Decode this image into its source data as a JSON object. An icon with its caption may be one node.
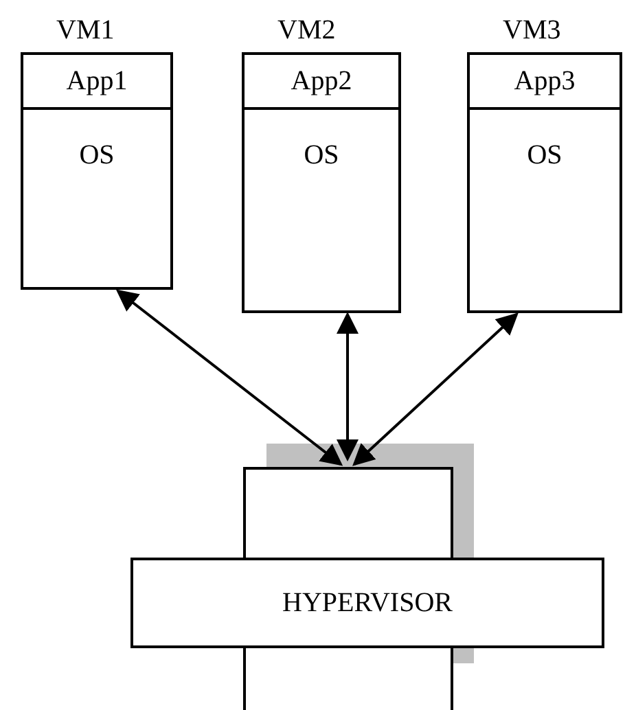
{
  "diagram": {
    "nodes": [
      {
        "text": [
          "VM1"
        ]
      },
      {
        "text": [
          "App1"
        ],
        "in": 0
      },
      {
        "text": [
          "OS"
        ],
        "in": 0
      },
      {
        "text": [
          "VM2"
        ]
      },
      {
        "text": [
          "App2"
        ],
        "in": 3
      },
      {
        "text": [
          "OS"
        ],
        "in": 3
      },
      {
        "text": [
          "VM3"
        ]
      },
      {
        "text": [
          "App3"
        ],
        "in": 6
      },
      {
        "text": [
          "OS"
        ],
        "in": 6
      },
      {
        "text": [],
        "shape": "box"
      },
      {
        "text": [
          "HYPERVISOR"
        ]
      }
    ],
    "edges": [
      {
        "from": 9,
        "to": 0,
        "arrow": "both"
      },
      {
        "from": 9,
        "to": 3,
        "arrow": "both"
      },
      {
        "from": 9,
        "to": 6,
        "arrow": "both"
      }
    ]
  }
}
